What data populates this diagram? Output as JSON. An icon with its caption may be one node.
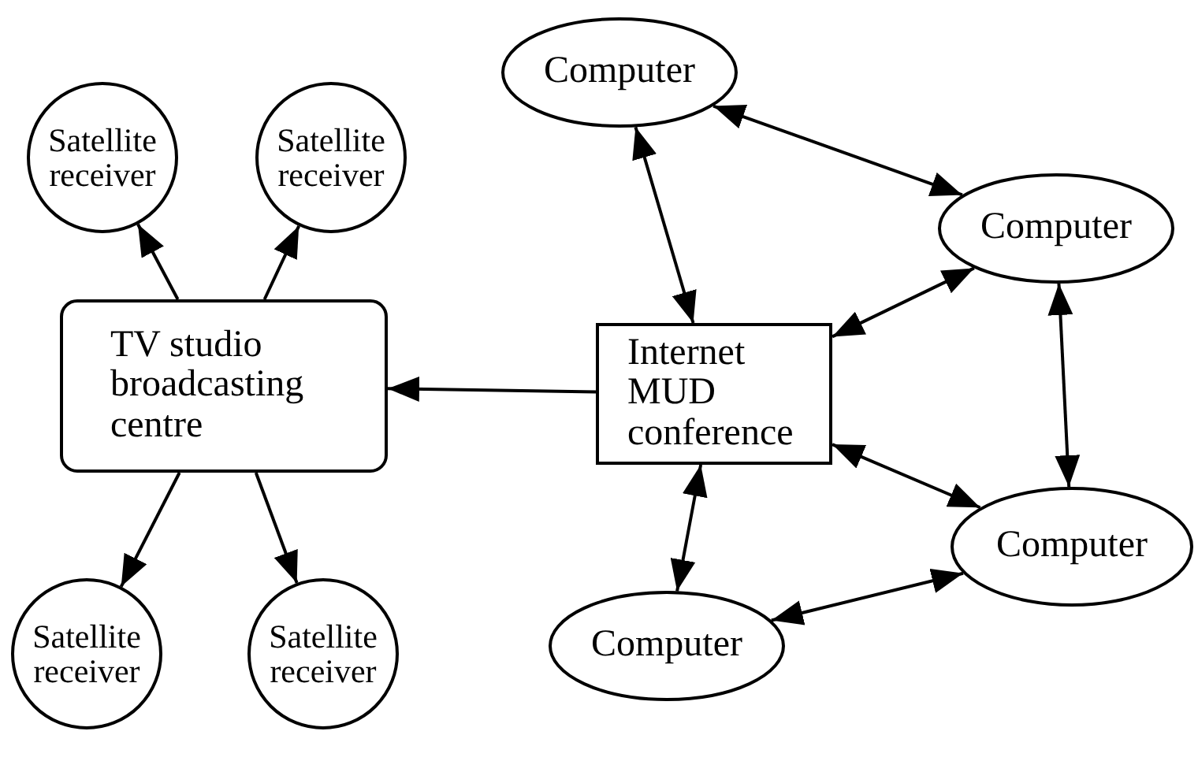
{
  "diagram": {
    "nodes": [
      {
        "text": [
          "TV studio broadcasting centre"
        ]
      },
      {
        "text": [
          "Satellite receiver"
        ]
      },
      {
        "text": [
          "Satellite receiver"
        ]
      },
      {
        "text": [
          "Satellite receiver"
        ]
      },
      {
        "text": [
          "Satellite receiver"
        ]
      },
      {
        "text": [
          "Internet MUD conference"
        ]
      },
      {
        "text": [
          "Computer"
        ]
      },
      {
        "text": [
          "Computer"
        ]
      },
      {
        "text": [
          "Computer"
        ]
      },
      {
        "text": [
          "Computer"
        ]
      }
    ],
    "edges": [
      {
        "from": 0,
        "to": 1,
        "arrow": "to"
      },
      {
        "from": 0,
        "to": 2,
        "arrow": "to"
      },
      {
        "from": 0,
        "to": 3,
        "arrow": "to"
      },
      {
        "from": 0,
        "to": 4,
        "arrow": "to"
      },
      {
        "from": 5,
        "to": 0,
        "arrow": "to"
      },
      {
        "from": 6,
        "to": 5,
        "arrow": "both"
      },
      {
        "from": 6,
        "to": 7,
        "arrow": "both"
      },
      {
        "from": 5,
        "to": 7,
        "arrow": "both"
      },
      {
        "from": 7,
        "to": 8,
        "arrow": "both"
      },
      {
        "from": 5,
        "to": 8,
        "arrow": "both"
      },
      {
        "from": 5,
        "to": 9,
        "arrow": "both"
      },
      {
        "from": 9,
        "to": 8,
        "arrow": "both"
      }
    ]
  }
}
